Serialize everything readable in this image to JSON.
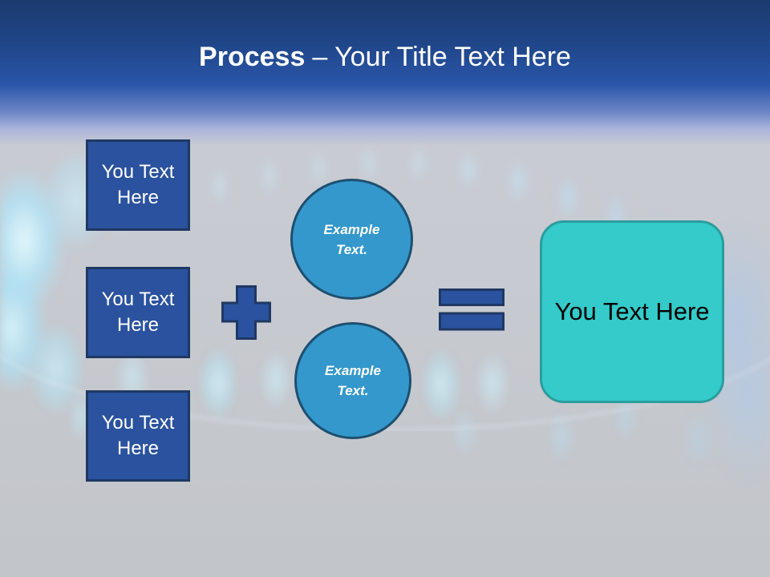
{
  "title": {
    "keyword": "Process",
    "rest": "– Your Title Text Here"
  },
  "input_boxes": [
    {
      "label": "You Text Here"
    },
    {
      "label": "You Text Here"
    },
    {
      "label": "You Text Here"
    }
  ],
  "operators": {
    "plus": "+",
    "equals": "="
  },
  "example_circles": [
    {
      "label": "Example Text."
    },
    {
      "label": "Example Text."
    }
  ],
  "result_box": {
    "label": "You Text Here"
  },
  "colors": {
    "header_top": "#1B3A6F",
    "header_mid": "#2A55A8",
    "header_fade": "#A9B3DA",
    "box_fill": "#2A529E",
    "box_border": "#1F3864",
    "circle_fill": "#3498CC",
    "circle_border": "#1D4F70",
    "result_fill": "#34CBCA",
    "result_border": "#2B9D9D",
    "title_text": "#FFFFFF",
    "background_gray": "#C6C9CF",
    "flame_blue": "#BDEAF8"
  }
}
